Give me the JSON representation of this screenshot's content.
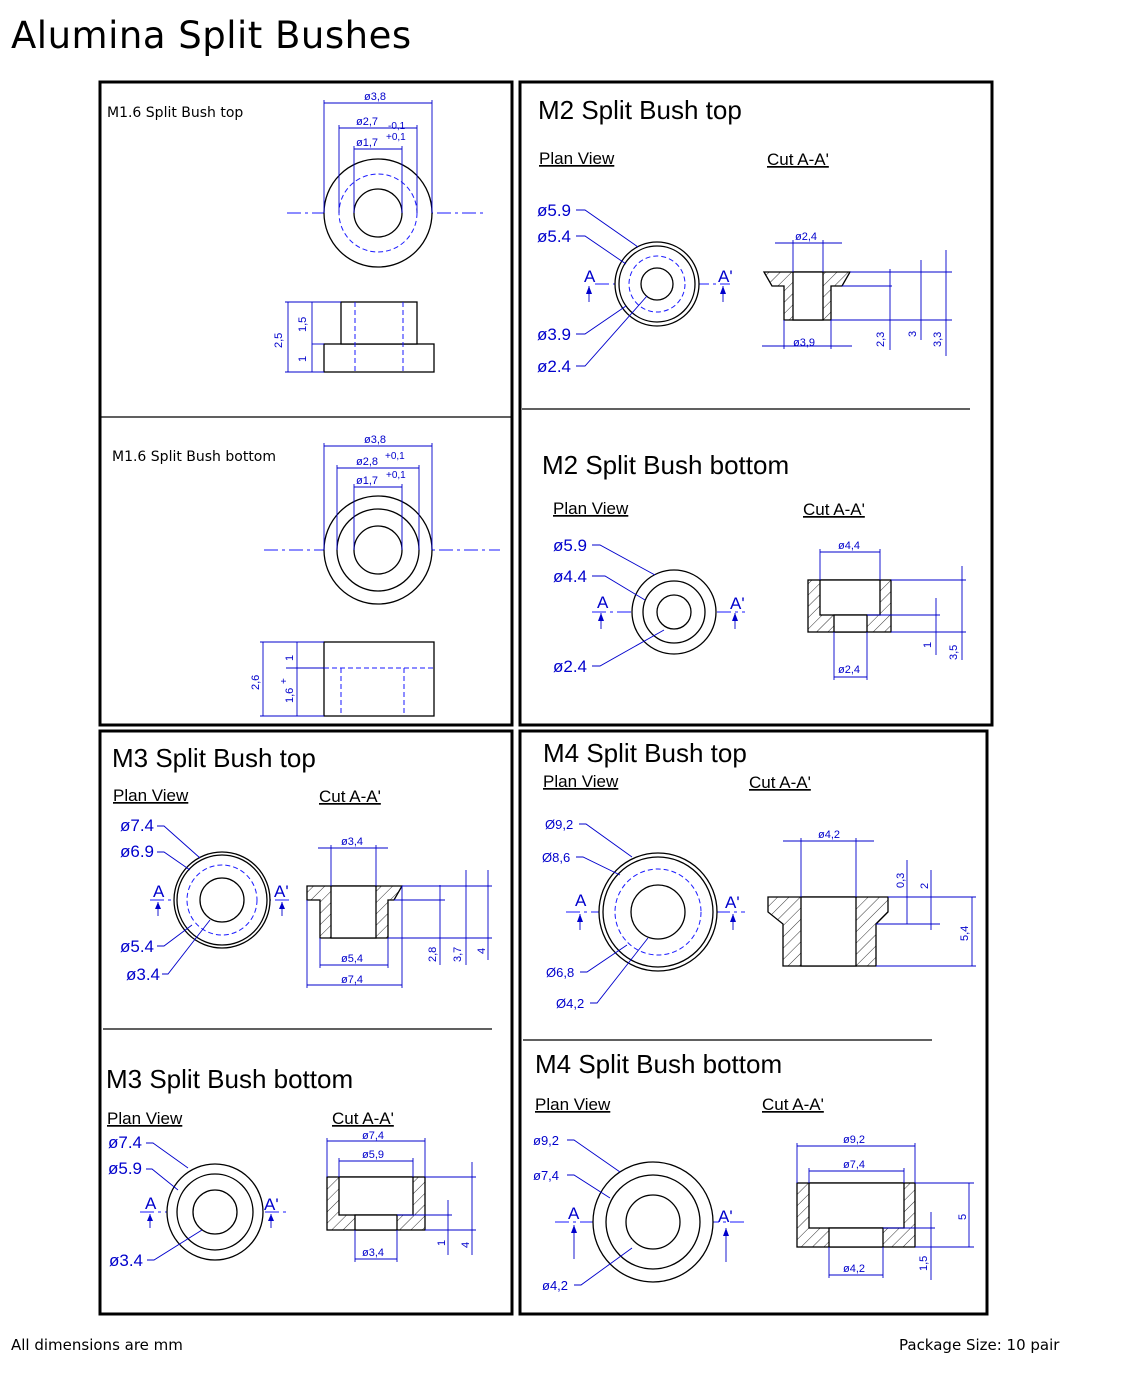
{
  "title": "Alumina Split Bushes",
  "footer": {
    "units_note": "All dimensions are mm",
    "package": "Package Size: 10 pair"
  },
  "views": {
    "plan": "Plan View",
    "cut": "Cut A-A'",
    "sec_a": "A",
    "sec_a2": "A'"
  },
  "m16_top": {
    "title": "M1.6 Split Bush top",
    "d1": "ø3,8",
    "d2": "ø2,7",
    "d2_tol": "-0,1",
    "d3": "ø1,7",
    "d3_tol": "+0,1",
    "h_total": "2,5",
    "h_upper": "1,5",
    "h_lower": "1"
  },
  "m16_bottom": {
    "title": "M1.6 Split Bush bottom",
    "d1": "ø3,8",
    "d2": "ø2,8",
    "d2_tol": "+0,1",
    "d3": "ø1,7",
    "d3_tol": "+0,1",
    "h_total": "2,6",
    "h_upper": "1",
    "h_lower": "1,6",
    "h_lower_tol": "+"
  },
  "m2_top": {
    "title": "M2 Split Bush top",
    "l1": "ø5.9",
    "l2": "ø5.4",
    "l3": "ø3.9",
    "l4": "ø2.4",
    "d_top": "ø2,4",
    "d_bot": "ø3,9",
    "h1": "2,3",
    "h2": "3",
    "h3": "3,3"
  },
  "m2_bottom": {
    "title": "M2 Split Bush bottom",
    "l1": "ø5.9",
    "l2": "ø4.4",
    "l3": "ø2.4",
    "d_top": "ø4,4",
    "d_bot": "ø2,4",
    "h1": "1",
    "h2": "3,5"
  },
  "m3_top": {
    "title": "M3 Split Bush top",
    "l1": "ø7.4",
    "l2": "ø6.9",
    "l3": "ø5.4",
    "l4": "ø3.4",
    "d_top": "ø3,4",
    "d_mid": "ø5,4",
    "d_bot": "ø7,4",
    "h1": "2,8",
    "h2": "3,7",
    "h3": "4"
  },
  "m3_bottom": {
    "title": "M3 Split Bush bottom",
    "l1": "ø7.4",
    "l2": "ø5.9",
    "l3": "ø3.4",
    "d_top1": "ø7,4",
    "d_top2": "ø5,9",
    "d_bot": "ø3,4",
    "h1": "1",
    "h2": "4"
  },
  "m4_top": {
    "title": "M4 Split Bush top",
    "l1": "Ø9,2",
    "l2": "Ø8,6",
    "l3": "Ø6,8",
    "l4": "Ø4,2",
    "d_top": "ø4,2",
    "h1": "0,3",
    "h2": "2",
    "h3": "5,4"
  },
  "m4_bottom": {
    "title": "M4 Split Bush bottom",
    "l1": "ø9,2",
    "l2": "ø7,4",
    "l3": "ø4,2",
    "d_top1": "ø9,2",
    "d_top2": "ø7,4",
    "d_bot": "ø4,2",
    "h1": "5",
    "h2": "1,5"
  }
}
